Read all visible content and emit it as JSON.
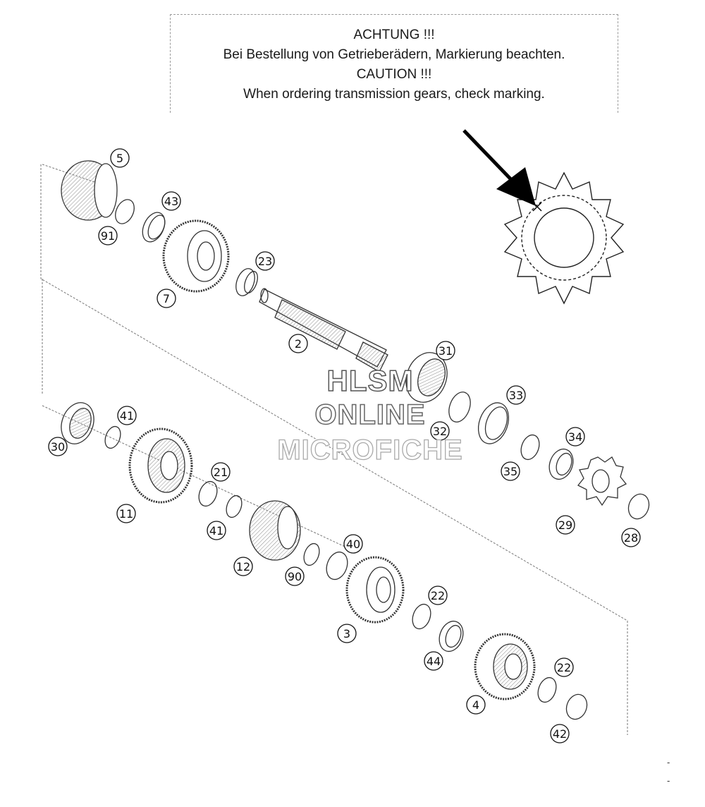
{
  "notice": {
    "line1": "ACHTUNG !!!",
    "line2": "Bei Bestellung von Getrieberädern, Markierung beachten.",
    "line3": "CAUTION !!!",
    "line4": "When ordering transmission gears, check marking."
  },
  "watermark": {
    "line1": "HLSM",
    "line2": "ONLINE",
    "line3": "MICROFICHE"
  },
  "margin_marks": [
    "-",
    "-"
  ],
  "parts": [
    {
      "id": "callout-5",
      "label": "5"
    },
    {
      "id": "callout-43",
      "label": "43"
    },
    {
      "id": "callout-91",
      "label": "91"
    },
    {
      "id": "callout-7",
      "label": "7"
    },
    {
      "id": "callout-23",
      "label": "23"
    },
    {
      "id": "callout-2",
      "label": "2"
    },
    {
      "id": "callout-31",
      "label": "31"
    },
    {
      "id": "callout-32",
      "label": "32"
    },
    {
      "id": "callout-33",
      "label": "33"
    },
    {
      "id": "callout-35",
      "label": "35"
    },
    {
      "id": "callout-34",
      "label": "34"
    },
    {
      "id": "callout-29",
      "label": "29"
    },
    {
      "id": "callout-28",
      "label": "28"
    },
    {
      "id": "callout-30",
      "label": "30"
    },
    {
      "id": "callout-41a",
      "label": "41"
    },
    {
      "id": "callout-11",
      "label": "11"
    },
    {
      "id": "callout-21",
      "label": "21"
    },
    {
      "id": "callout-41b",
      "label": "41"
    },
    {
      "id": "callout-12",
      "label": "12"
    },
    {
      "id": "callout-90",
      "label": "90"
    },
    {
      "id": "callout-40",
      "label": "40"
    },
    {
      "id": "callout-3",
      "label": "3"
    },
    {
      "id": "callout-22a",
      "label": "22"
    },
    {
      "id": "callout-44",
      "label": "44"
    },
    {
      "id": "callout-4",
      "label": "4"
    },
    {
      "id": "callout-22b",
      "label": "22"
    },
    {
      "id": "callout-42",
      "label": "42"
    }
  ]
}
